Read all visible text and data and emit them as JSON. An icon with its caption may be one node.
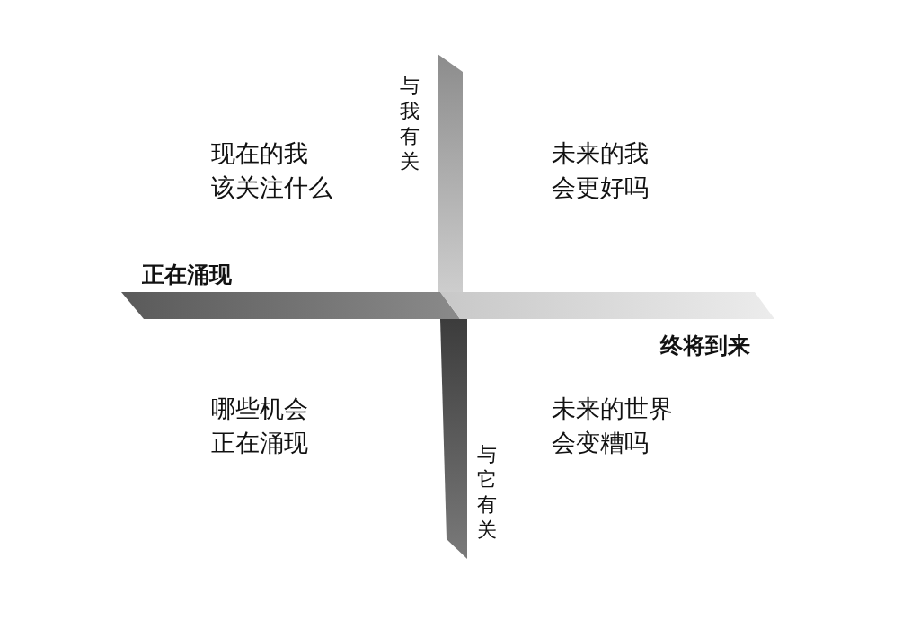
{
  "diagram": {
    "labels": [
      "与我有关",
      "现在的我该关注什么",
      "未来的我会更好吗",
      "正在涌现",
      "终将到来",
      "哪些机会正在涌现",
      "未来的世界会变糟吗",
      "与它有关"
    ]
  }
}
